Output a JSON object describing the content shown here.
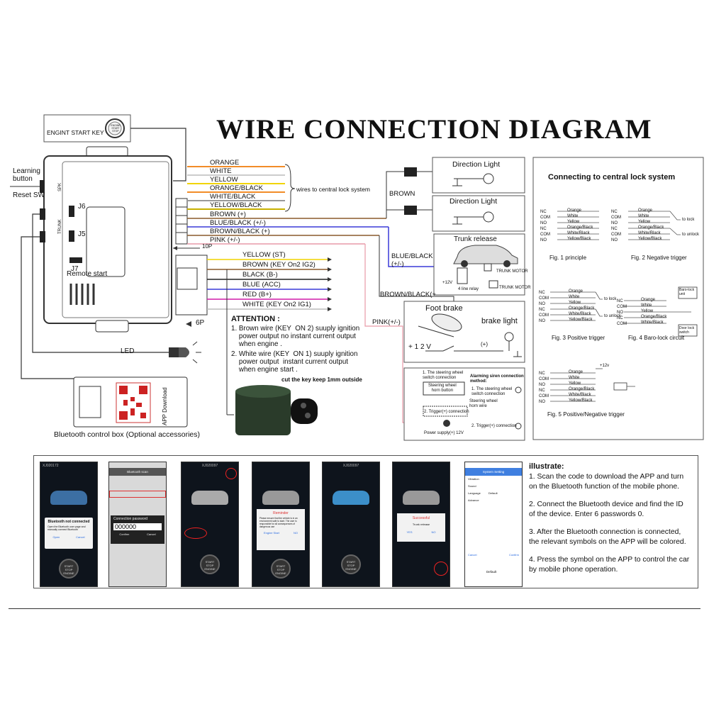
{
  "title": "WIRE CONNECTION DIAGRAM",
  "engine_key_label": "ENGINT START KEY",
  "engine_button_text": "ENGINE START STOP",
  "learning_button": "Learning button",
  "reset_sw": "Reset SW",
  "spk_label": "SPK",
  "trunk_label": "TRUNK",
  "j6": "J6",
  "j5": "J5",
  "j7": "J7",
  "remote_start": "Remote start",
  "led": "LED",
  "bluetooth_box": "Bluetooth control box (Optional accessories)",
  "app_download": "APP Download",
  "conn_10p": "10P",
  "conn_6p": "6P",
  "lock_wires": [
    "ORANGE",
    "WHITE",
    "YELLOW",
    "ORANGE/BLACK",
    "WHITE/BLACK",
    "YELLOW/BLACK"
  ],
  "lock_wires_note": "wires to central lock system",
  "ten_pin_wires": [
    "BROWN (+)",
    "BLUE/BLACK (+/-)",
    "BROWN/BLACK (+)",
    "PINK (+/-)"
  ],
  "six_pin_wires": [
    "YELLOW (ST)",
    "BROWN (KEY On2 IG2)",
    "BLACK (B-)",
    "BLUE (ACC)",
    "RED (B+)",
    "WHITE (KEY On2 IG1)"
  ],
  "brown_label": "BROWN",
  "blue_black_label": "BLUE/BLACK\n(+/-)",
  "brown_black_label": "BROWN/BLACK(+",
  "pink_label": "PINK(+/-)",
  "direction_light": "Direction Light",
  "trunk_release": "Trunk release",
  "trunk_plus12": "+12V",
  "trunk_motor": "TRUNK MOTOR",
  "trunk_motor2": "TRUNK MOTOR",
  "four_line_relay": "4 line relay",
  "foot_brake": "Foot brake",
  "brake_light": "brake light",
  "brake_plus12": "+ 1 2 V",
  "brake_plus": "(+)",
  "attention_title": "ATTENTION :",
  "attention_1": "1. Brown wire (KEY  ON 2) suuply ignition\n    power output no instant current output\n    when engine .",
  "attention_2": "2. White wire (KEY  ON 1) suuply ignition\n    power output  instant current output\n    when engine start .",
  "cut_key": "cut the key keep 1mm outside",
  "siren": {
    "sw_conn": "1. The steering wheel\nswitch connection",
    "horn_button": "Steering wheel\nhorn button",
    "horn_wire": "Steering wheel\nhorn wire",
    "trigger_conn": "2. Trigger(+) connection",
    "power_supply": "Power supply(+) 12V",
    "method_title": "Alarming siren connection\nmethod:",
    "method_1": "1. The steering wheel\nswitch connection",
    "method_2": "2. Trigger(+) connection"
  },
  "central_lock_title": "Connecting to central lock system",
  "lock_rows": [
    "NC",
    "COM",
    "NO",
    "NC",
    "COM",
    "NO"
  ],
  "lock_colors": [
    "Orange",
    "White",
    "Yellow",
    "Orange/Black",
    "White/Black",
    "Yellow/Black"
  ],
  "to_lock": "to lock",
  "to_unlock": "to unlock",
  "plus12v": "+12v",
  "baro_unit": "Baro-lock\nunit",
  "door_lock_switch": "Door lock\nswitch",
  "fig1": "Fig. 1  principle",
  "fig2": "Fig. 2  Negative trigger",
  "fig3": "Fig. 3  Positive trigger",
  "fig4": "Fig. 4  Baro-lock circuit",
  "fig5": "Fig. 5  Positive/Negative trigger",
  "illustrate_title": "illustrate:",
  "illustrate": [
    "1. Scan the code to download the APP and turn on the Bluetooth function of the mobile phone.",
    "2. Connect the Bluetooth device and find the ID of the device. Enter 6 passwords 0.",
    "3. After the Bluetooth connection is connected, the relevant symbols on the APP will be colored.",
    "4. Press the symbol on the APP to control the car by mobile phone operation."
  ],
  "phones": {
    "p1_dialog_title": "Bluetooth not connected",
    "p1_dialog_text": "Open the Bluetooth user page and manually connect Bluetooth",
    "p1_open": "Open",
    "p1_cancel": "Cancel",
    "p2_header": "Bluetooth scan",
    "p2_dialog_title": "Connection password",
    "p2_password": "000000",
    "p2_confirm": "Confirm",
    "p2_cancel": "Cancel",
    "p3_id": "XJ020097",
    "p4_dialog_title": "Reminder",
    "p4_text": "Please ensure that the vehicle is in an environment safe to start. The user is responsible for all consequences of dangerous use",
    "p4_start": "Engine Start",
    "p4_no": "NO",
    "p5_id": "XJ020097",
    "p6_dialog_title": "Successful",
    "p6_text": "Trunk release",
    "p6_yes": "YES",
    "p6_no": "NO",
    "p7_header": "System Setting",
    "p7_rows": [
      "Vibration",
      "Sound",
      "Language",
      "Advance"
    ],
    "p7_lang_val": "Default",
    "p7_cancel": "Cancel",
    "p7_confirm": "Confirm",
    "p7_default": "Default",
    "start_btn": "START\nSTOP\nENGINE"
  },
  "colors": {
    "orange": "#f28c28",
    "white": "#cccccc",
    "yellow": "#f1d400",
    "red": "#e0213a",
    "blue": "#3a3ad8",
    "pink": "#e89aa8",
    "brown": "#8a5a2b",
    "magenta": "#d11caa"
  }
}
